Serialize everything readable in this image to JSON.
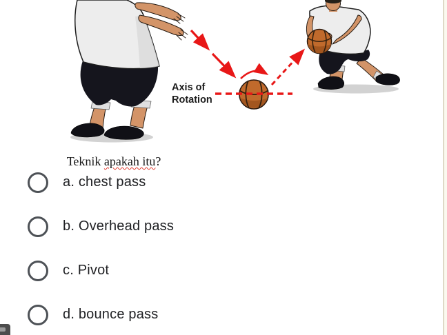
{
  "page": {
    "background": "#ffffff"
  },
  "illustration": {
    "axis_label_line1": "Axis of",
    "axis_label_line2": "Rotation",
    "colors": {
      "arrow_red": "#e81717",
      "ball_orange": "#c06a2c",
      "ball_shade": "#a3561f",
      "skin": "#d39468",
      "shirt": "#ededed",
      "shorts": "#15151d",
      "shoe_black": "#101016",
      "shadow_gray": "#d2d2d2"
    }
  },
  "question": {
    "prefix": "Teknik ",
    "misspelled": "apakah itu",
    "suffix": "?"
  },
  "options": [
    {
      "id": "a",
      "label": "a. chest pass",
      "selected": false
    },
    {
      "id": "b",
      "label": "b. Overhead pass",
      "selected": false
    },
    {
      "id": "c",
      "label": "c. Pivot",
      "selected": false
    },
    {
      "id": "d",
      "label": "d. bounce pass",
      "selected": false
    }
  ],
  "ui_colors": {
    "radio_border": "#4d5156",
    "option_text": "#202124",
    "question_text": "#171717",
    "spellcheck_underline": "#e23a2e",
    "edge_line": "#ded9c6",
    "edge_strip": "#fbf9ef",
    "corner_button": "#4c4c4c"
  }
}
